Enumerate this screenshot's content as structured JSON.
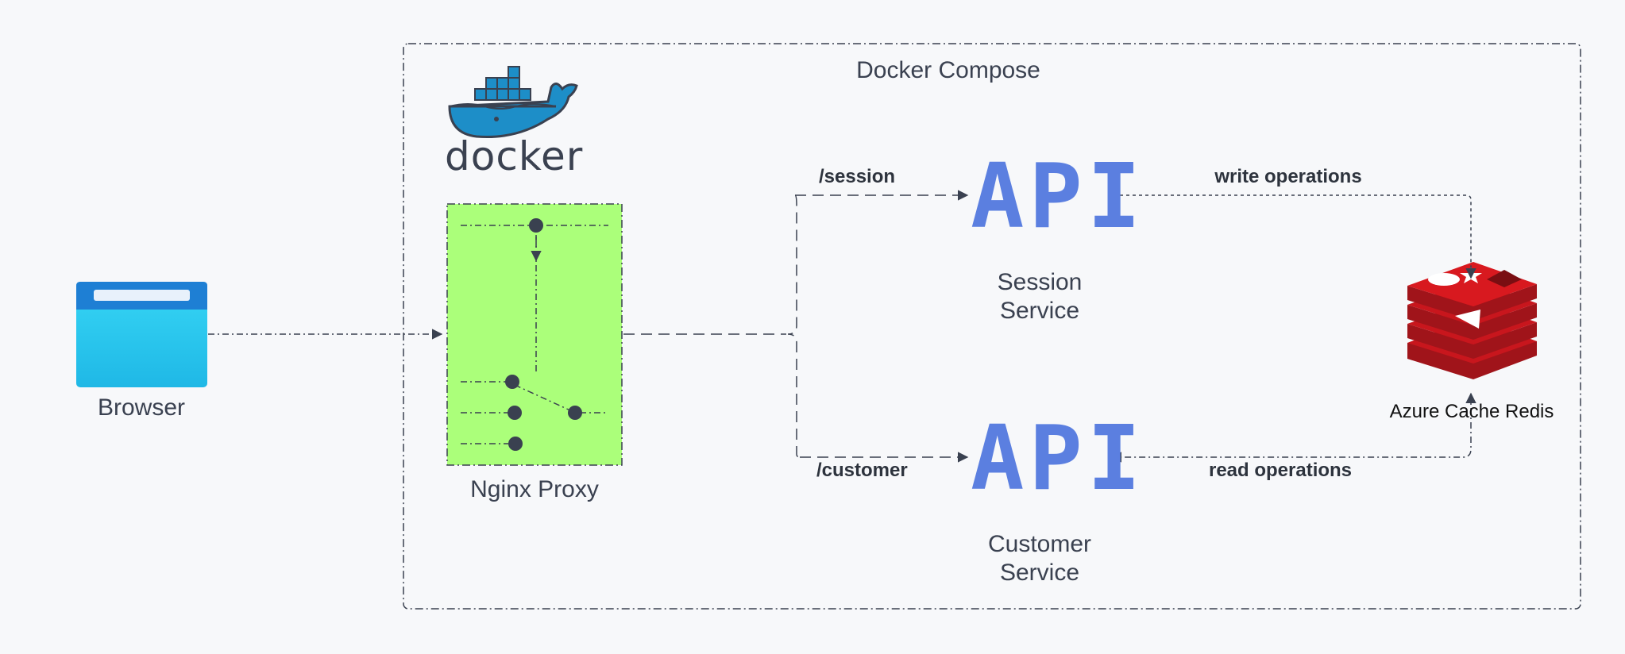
{
  "diagram": {
    "title": "Docker Compose",
    "docker_logo_text": "docker",
    "nodes": {
      "browser": {
        "label": "Browser",
        "icon": "browser-window-icon"
      },
      "nginx": {
        "label": "Nginx Proxy",
        "icon": "router-switch-icon"
      },
      "session_service": {
        "label_line1": "Session",
        "label_line2": "Service",
        "badge": "API"
      },
      "customer_service": {
        "label_line1": "Customer",
        "label_line2": "Service",
        "badge": "API"
      },
      "redis": {
        "label": "Azure Cache Redis",
        "icon": "redis-cube-icon"
      }
    },
    "edges": {
      "session_route": "/session",
      "customer_route": "/customer",
      "write": "write operations",
      "read": "read operations"
    },
    "colors": {
      "browser_top": "#1e7fd4",
      "browser_body": "#2ec9ef",
      "nginx_fill": "#abff7a",
      "api_blue": "#5b7fe0",
      "redis_red": "#c8161d",
      "line": "#3a4150"
    }
  }
}
